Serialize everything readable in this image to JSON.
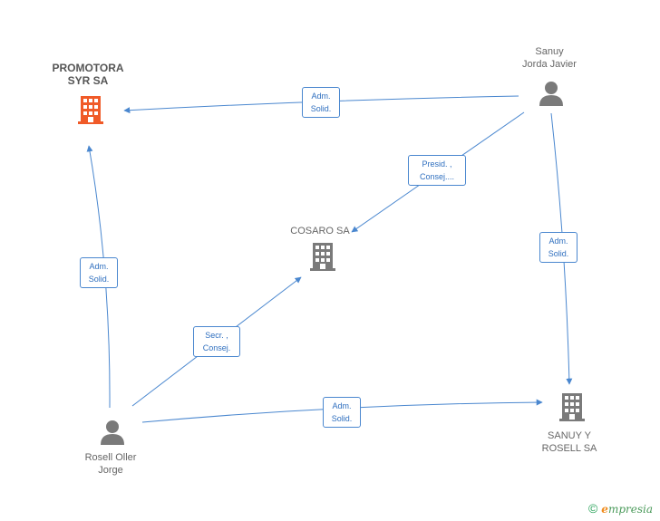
{
  "colors": {
    "edge": "#4a87cf",
    "company": "#7a7a7a",
    "main_company": "#f05a28",
    "person": "#7a7a7a"
  },
  "nodes": {
    "promotora": {
      "line1": "PROMOTORA",
      "line2": "SYR SA",
      "icon": "building-icon"
    },
    "sanuy_javier": {
      "line1": "Sanuy",
      "line2": "Jorda Javier",
      "icon": "person-icon"
    },
    "cosaro": {
      "line1": "COSARO SA",
      "icon": "building-icon"
    },
    "rosell_jorge": {
      "line1": "Rosell Oller",
      "line2": "Jorge",
      "icon": "person-icon"
    },
    "sanuy_rosell": {
      "line1": "SANUY Y",
      "line2": "ROSELL SA",
      "icon": "building-icon"
    }
  },
  "edges": {
    "sanuy_to_promotora": {
      "line1": "Adm.",
      "line2": "Solid."
    },
    "sanuy_to_cosaro": {
      "line1": "Presid. ,",
      "line2": "Consej...."
    },
    "sanuy_to_sanuyrosell": {
      "line1": "Adm.",
      "line2": "Solid."
    },
    "rosell_to_promotora": {
      "line1": "Adm.",
      "line2": "Solid."
    },
    "rosell_to_cosaro": {
      "line1": "Secr. ,",
      "line2": "Consej."
    },
    "rosell_to_sanuyrosell": {
      "line1": "Adm.",
      "line2": "Solid."
    }
  },
  "brand": {
    "copyright": "©",
    "e": "e",
    "rest": "mpresia"
  }
}
